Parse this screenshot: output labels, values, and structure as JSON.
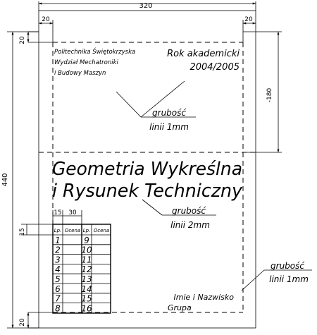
{
  "dimensions": {
    "width_top": "320",
    "margin_left_top": "20",
    "margin_right_top": "20",
    "margin_top_left": "20",
    "height_left": "440",
    "right_dim": "-180",
    "margin_bottom_left": "20",
    "col1": "15",
    "col2": "30",
    "row_height": "15"
  },
  "sheet": {
    "institution": [
      "Politechnika Świętokrzyska",
      "Wydział Mechatroniki",
      "i Budowy Maszyn"
    ],
    "year_label": "Rok akademicki",
    "year_value": "2004/2005",
    "title_line1": "Geometria Wykreślna",
    "title_line2": "i Rysunek Techniczny",
    "author_label": "Imie i Nazwisko",
    "group_label": "Grupa"
  },
  "annotations": {
    "line1mm_a": [
      "grubość",
      "linii 1mm"
    ],
    "line2mm": [
      "grubość",
      "linii 2mm"
    ],
    "line1mm_b": [
      "grubość",
      "linii 1mm"
    ]
  },
  "table": {
    "headers": [
      "Lp.",
      "Ocena",
      "Lp.",
      "Ocena"
    ],
    "rows": [
      [
        "1",
        "9"
      ],
      [
        "2",
        "10"
      ],
      [
        "3",
        "11"
      ],
      [
        "4",
        "12"
      ],
      [
        "5",
        "13"
      ],
      [
        "6",
        "14"
      ],
      [
        "7",
        "15"
      ],
      [
        "8",
        "16"
      ]
    ]
  }
}
